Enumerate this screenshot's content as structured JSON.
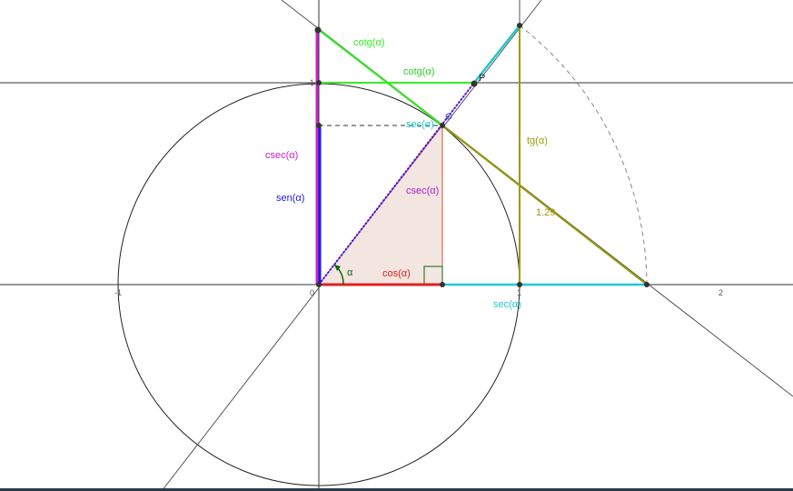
{
  "labels": {
    "cotg_upper": "cotg(α)",
    "cotg_mid": "cotg(α)",
    "point_p": "P",
    "sec_on_radius": "sec(α)",
    "tg": "tg(α)",
    "csec_left": "csec(α)",
    "sen": "sen(α)",
    "csec_inner": "csec(α)",
    "value_129": "1.29",
    "alpha": "α",
    "cos": "cos(α)",
    "sec_axis": "sec(α)"
  },
  "ticks": {
    "x_neg1": "-1",
    "x_0": "0",
    "x_1": "1",
    "x_2": "2",
    "y_1": "1"
  },
  "colors": {
    "cotg": "#33ee22",
    "sec": "#1ec8d2",
    "tg": "#9a9a08",
    "csec": "#cc22cc",
    "sen": "#1a1ae6",
    "cos": "#e02020",
    "triangle_fill": "#f3e5e0",
    "triangle_edge": "#b85a3c",
    "angle": "#0a6a0a",
    "axes": "#333333",
    "circle": "#222222"
  }
}
